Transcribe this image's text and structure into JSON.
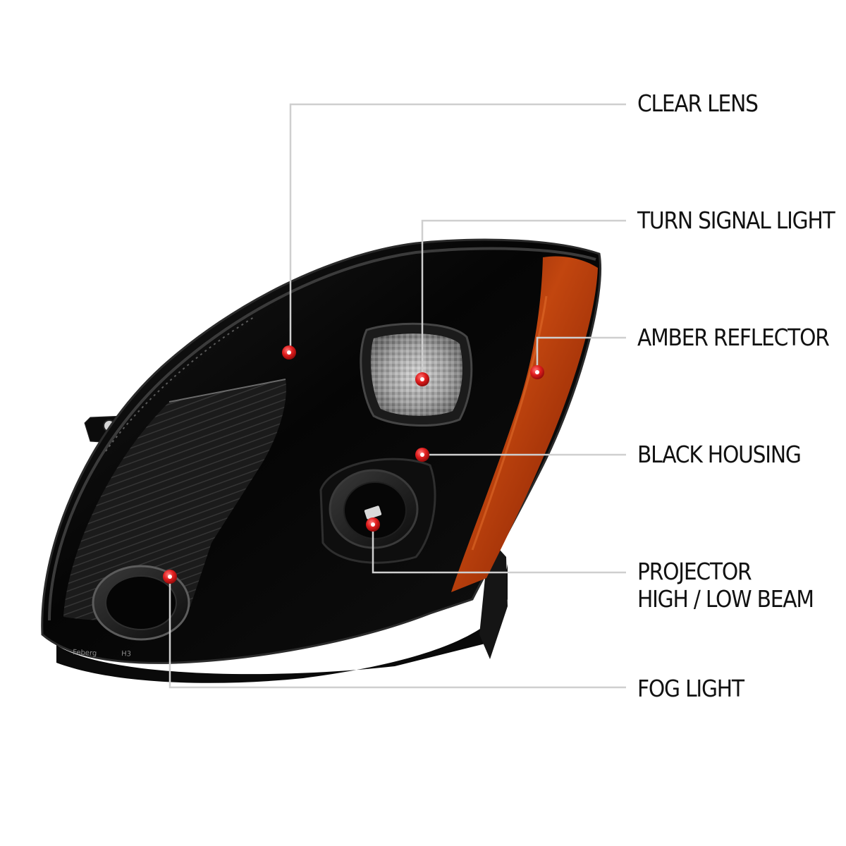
{
  "product": {
    "name": "black-housing-projector-headlight"
  },
  "colors": {
    "background": "#ffffff",
    "housing": "#060606",
    "amber": "#b23a0a",
    "marker": "#e01e1e",
    "leader": "#cfcfcf",
    "label": "#111111"
  },
  "callouts": [
    {
      "id": "clear-lens",
      "lines": [
        "CLEAR LENS"
      ]
    },
    {
      "id": "turn-signal-light",
      "lines": [
        "TURN SIGNAL LIGHT"
      ]
    },
    {
      "id": "amber-reflector",
      "lines": [
        "AMBER REFLECTOR"
      ]
    },
    {
      "id": "black-housing",
      "lines": [
        "BLACK HOUSING"
      ]
    },
    {
      "id": "projector",
      "lines": [
        "PROJECTOR",
        "HIGH / LOW BEAM"
      ]
    },
    {
      "id": "fog-light",
      "lines": [
        "FOG LIGHT"
      ]
    }
  ],
  "lens_markings": {
    "maker": "Feberg",
    "bulb": "H3"
  }
}
